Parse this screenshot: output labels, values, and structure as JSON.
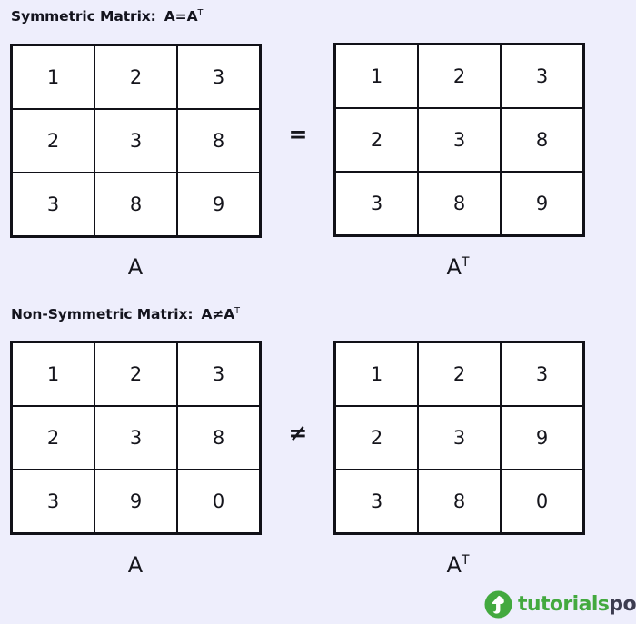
{
  "background_color": "#eeeefc",
  "sections": [
    {
      "id": "symmetric",
      "title_label": "Symmetric Matrix:",
      "formula_base": "A=A",
      "formula_sup": "T",
      "operator": "=",
      "left": {
        "caption_base": "A",
        "caption_sup": "",
        "rows": [
          [
            "1",
            "2",
            "3"
          ],
          [
            "2",
            "3",
            "8"
          ],
          [
            "3",
            "8",
            "9"
          ]
        ]
      },
      "right": {
        "caption_base": "A",
        "caption_sup": "T",
        "rows": [
          [
            "1",
            "2",
            "3"
          ],
          [
            "2",
            "3",
            "8"
          ],
          [
            "3",
            "8",
            "9"
          ]
        ]
      }
    },
    {
      "id": "non-symmetric",
      "title_label": "Non-Symmetric Matrix:",
      "formula_base": "A≠A",
      "formula_sup": "T",
      "operator": "≠",
      "left": {
        "caption_base": "A",
        "caption_sup": "",
        "rows": [
          [
            "1",
            "2",
            "3"
          ],
          [
            "2",
            "3",
            "8"
          ],
          [
            "3",
            "9",
            "0"
          ]
        ]
      },
      "right": {
        "caption_base": "A",
        "caption_sup": "T",
        "rows": [
          [
            "1",
            "2",
            "3"
          ],
          [
            "2",
            "3",
            "9"
          ],
          [
            "3",
            "8",
            "0"
          ]
        ]
      }
    }
  ],
  "logo": {
    "icon_name": "tutorialspoint-logo-icon",
    "text_primary": "tutorials",
    "text_secondary": "point",
    "color_primary": "#43a93f",
    "color_secondary": "#3c3c50"
  },
  "cells": {
    "sym_a": [
      "1",
      "2",
      "3",
      "2",
      "3",
      "8",
      "3",
      "8",
      "9"
    ],
    "sym_at": [
      "1",
      "2",
      "3",
      "2",
      "3",
      "8",
      "3",
      "8",
      "9"
    ],
    "non_a": [
      "1",
      "2",
      "3",
      "2",
      "3",
      "8",
      "3",
      "9",
      "0"
    ],
    "non_at": [
      "1",
      "2",
      "3",
      "2",
      "3",
      "9",
      "3",
      "8",
      "0"
    ]
  },
  "captions": {
    "sym_a": "A",
    "sym_at_base": "A",
    "sym_at_sup": "T",
    "non_a": "A",
    "non_at_base": "A",
    "non_at_sup": "T"
  },
  "operators": {
    "equal": "=",
    "not_equal": "≠"
  }
}
